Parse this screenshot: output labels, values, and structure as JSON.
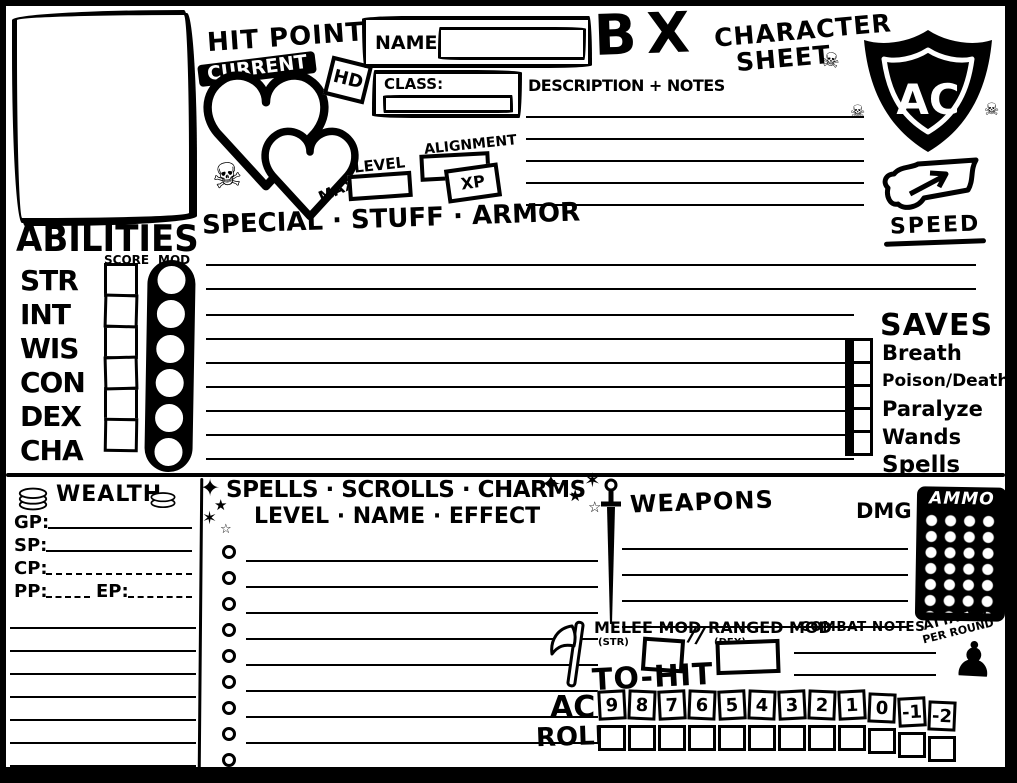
{
  "hit_points": {
    "label": "HIT POINTS",
    "current": "CURRENT",
    "max": "MAX",
    "hd": "HD"
  },
  "identity": {
    "name_label": "NAME:",
    "class_label": "CLASS:",
    "description_label": "DESCRIPTION + NOTES",
    "level": "LEVEL",
    "alignment": "ALIGNMENT",
    "xp": "XP"
  },
  "logo": {
    "bx": "BX",
    "character": "CHARACTER",
    "sheet": "SHEET"
  },
  "armor_class": {
    "label": "AC"
  },
  "speed": {
    "label": "SPEED"
  },
  "special": {
    "title": "SPECIAL · STUFF · ARMOR"
  },
  "abilities": {
    "title": "ABILITIES",
    "score": "SCORE",
    "mod": "MOD",
    "list": [
      "STR",
      "INT",
      "WIS",
      "CON",
      "DEX",
      "CHA"
    ]
  },
  "saves": {
    "title": "SAVES",
    "list": [
      "Breath",
      "Poison/Death",
      "Paralyze",
      "Wands",
      "Spells"
    ]
  },
  "wealth": {
    "title": "WEALTH",
    "gp": "GP:",
    "sp": "SP:",
    "cp": "CP:",
    "pp": "PP:",
    "ep": "EP:"
  },
  "spells": {
    "title": "SPELLS · SCROLLS · CHARMS",
    "subtitle": "LEVEL · NAME ·  EFFECT"
  },
  "weapons": {
    "title": "WEAPONS",
    "dmg": "DMG",
    "ammo": "AMMO"
  },
  "combat": {
    "melee": "MELEE MOD",
    "melee_stat": "(STR)",
    "ranged": "RANGED MOD",
    "ranged_stat": "(DEX)",
    "notes": "COMBAT NOTES",
    "to_hit": "TO-HIT",
    "ac": "AC",
    "roll": "ROLL",
    "attacks_1": "ATTACKS",
    "attacks_2": "PER ROUND",
    "ac_values": [
      "9",
      "8",
      "7",
      "6",
      "5",
      "4",
      "3",
      "2",
      "1",
      "0",
      "-1",
      "-2"
    ]
  },
  "icons": {
    "skull": "☠",
    "pawn": "♟",
    "star_black": "★",
    "star_white": "☆",
    "star_four": "✦",
    "star_six": "✶",
    "slashes": "//"
  }
}
